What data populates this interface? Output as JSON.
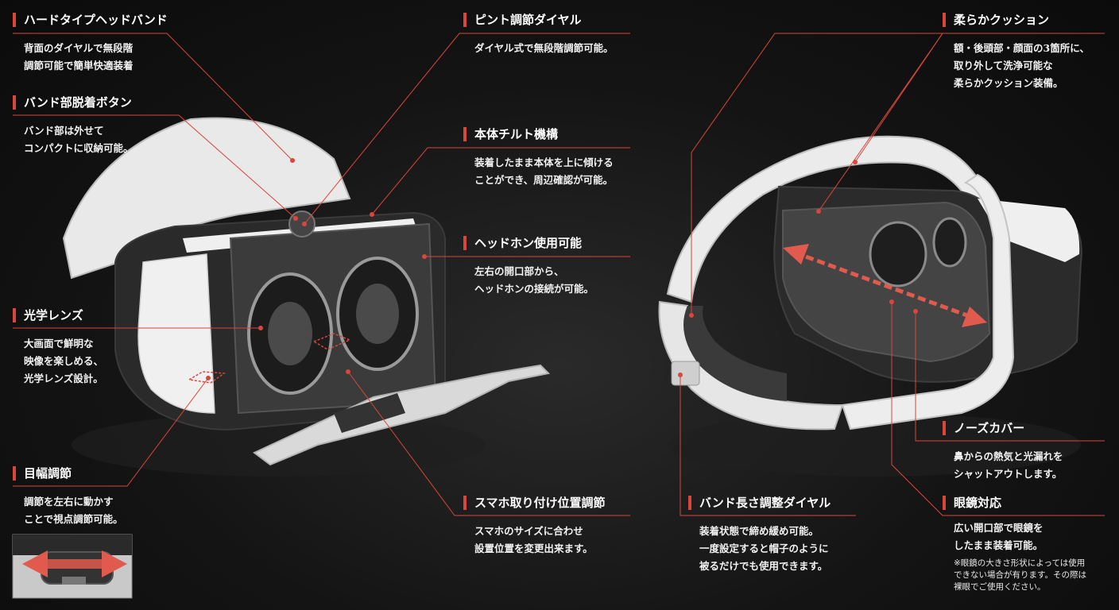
{
  "accent_color": "#d8463c",
  "callouts": {
    "hard_band": {
      "title": "ハードタイプヘッドバンド",
      "lines": [
        "背面のダイヤルで無段階",
        "調節可能で簡単快適装着"
      ]
    },
    "band_release": {
      "title": "バンド部脱着ボタン",
      "lines": [
        "バンド部は外せて",
        "コンパクトに収納可能。"
      ]
    },
    "optical_lens": {
      "title": "光学レンズ",
      "lines": [
        "大画面で鮮明な",
        "映像を楽しめる、",
        "光学レンズ設計。"
      ]
    },
    "eye_width": {
      "title": "目幅調節",
      "lines": [
        "調節を左右に動かす",
        "ことで視点調節可能。"
      ]
    },
    "focus_dial": {
      "title": "ピント調節ダイヤル",
      "lines": [
        "ダイヤル式で無段階調節可能。"
      ]
    },
    "tilt": {
      "title": "本体チルト機構",
      "lines": [
        "装着したまま本体を上に傾ける",
        "ことができ、周辺確認が可能。"
      ]
    },
    "headphone": {
      "title": "ヘッドホン使用可能",
      "lines": [
        "左右の開口部から、",
        "ヘッドホンの接続が可能。"
      ]
    },
    "phone_mount": {
      "title": "スマホ取り付け位置調節",
      "lines": [
        "スマホのサイズに合わせ",
        "設置位置を変更出来ます。"
      ]
    },
    "soft_cushion": {
      "title": "柔らかクッション",
      "lines": [
        "額・後頭部・顔面の3箇所に、",
        "取り外して洗浄可能な",
        "柔らかクッション装備。"
      ]
    },
    "nose_cover": {
      "title": "ノーズカバー",
      "lines": [
        "鼻からの熱気と光漏れを",
        "シャットアウトします。"
      ]
    },
    "band_dial": {
      "title": "バンド長さ調整ダイヤル",
      "lines": [
        "装着状態で締め緩め可能。",
        "一度設定すると帽子のように",
        "被るだけでも使用できます。"
      ]
    },
    "glasses": {
      "title": "眼鏡対応",
      "lines": [
        "広い開口部で眼鏡を",
        "したまま装着可能。"
      ],
      "note": [
        "※眼鏡の大きさ形状によっては使用",
        "できない場合が有ります。その際は",
        "裸眼でご使用ください。"
      ]
    }
  }
}
